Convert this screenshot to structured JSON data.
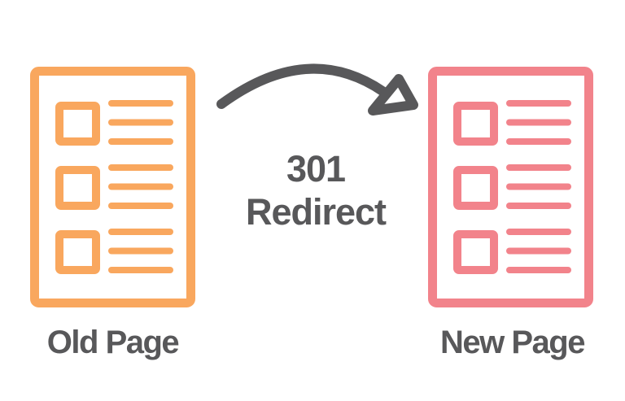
{
  "diagram": {
    "background_color": "#FFFFFF",
    "text_color": "#58585A",
    "center_label": {
      "line1": "301",
      "line2": "Redirect"
    },
    "old_page": {
      "label": "Old Page",
      "icon_color": "#F9A75E"
    },
    "new_page": {
      "label": "New Page",
      "icon_color": "#F2838B"
    },
    "arrow": {
      "color": "#58585A"
    }
  }
}
